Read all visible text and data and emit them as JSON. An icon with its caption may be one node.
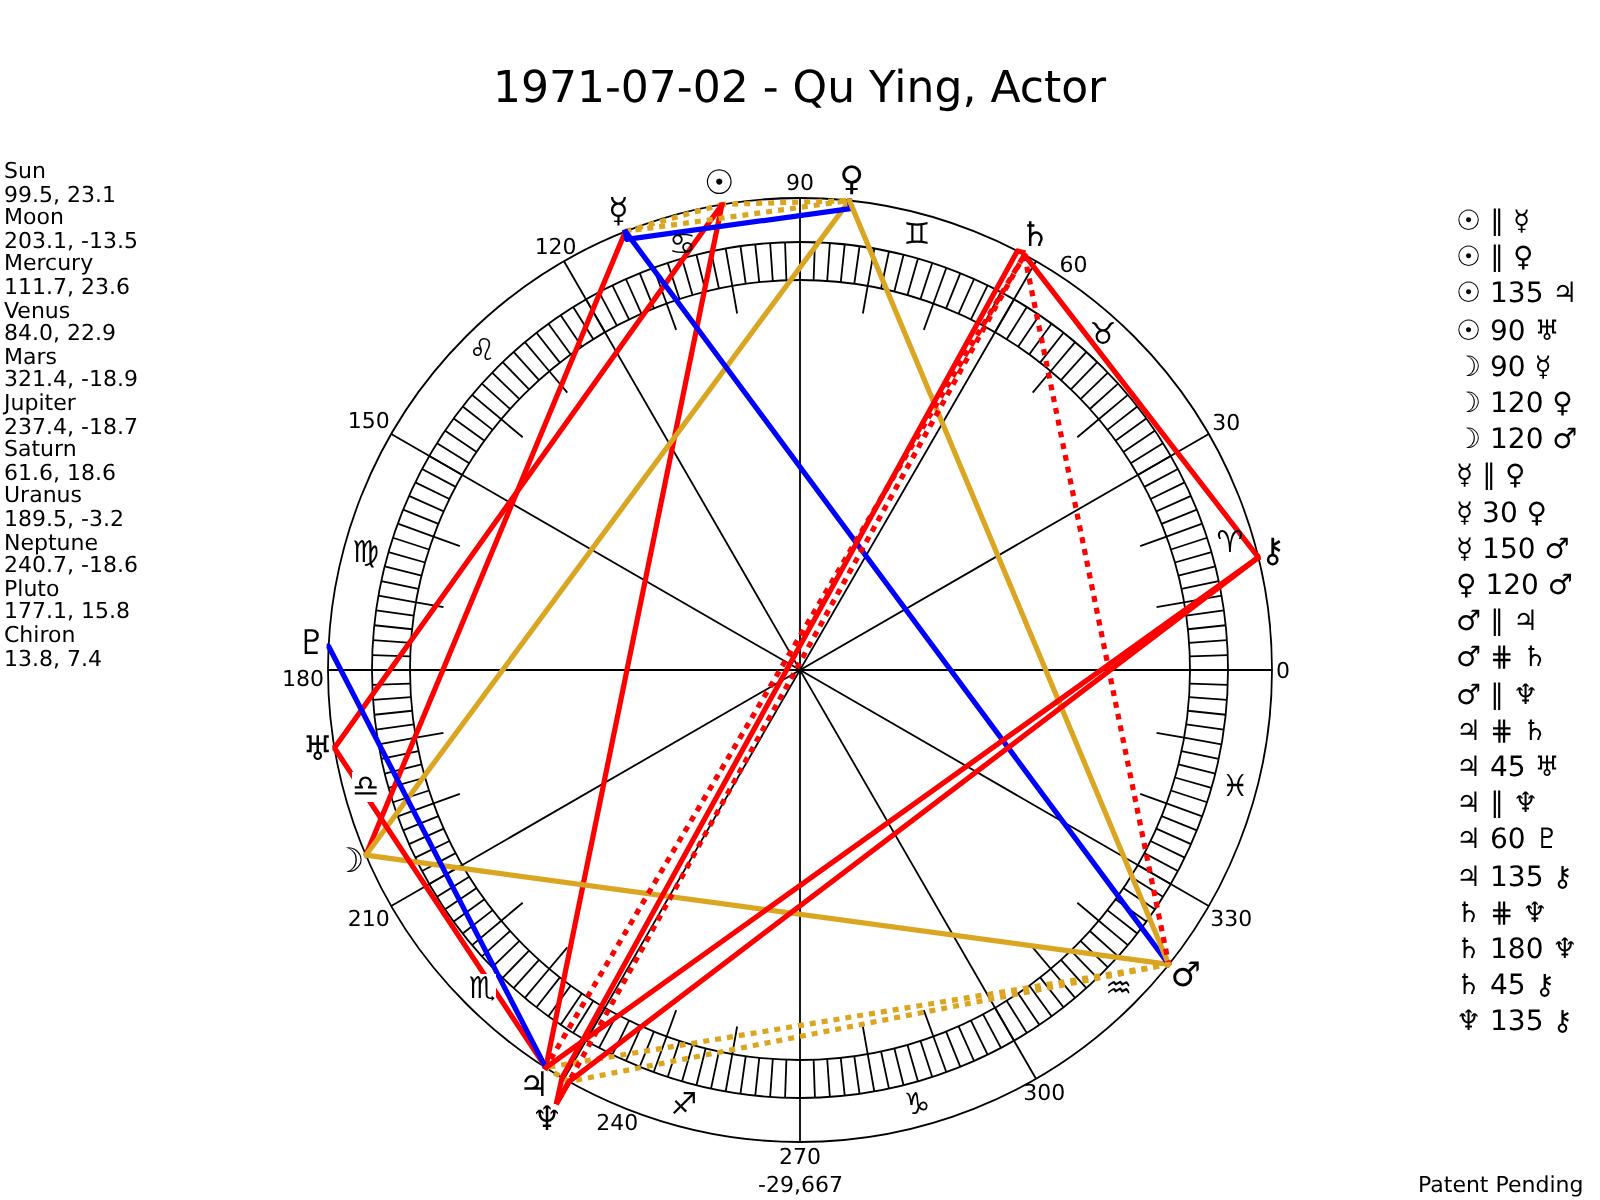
{
  "diagram": {
    "title": "1971-07-02 - Qu Ying, Actor",
    "nodes": [
      {
        "text": [
          "☉"
        ]
      },
      {
        "text": [
          "☽"
        ]
      },
      {
        "text": [
          "☿"
        ]
      },
      {
        "text": [
          "♀"
        ]
      },
      {
        "text": [
          "♂"
        ]
      },
      {
        "text": [
          "♃"
        ]
      },
      {
        "text": [
          "♄"
        ]
      },
      {
        "text": [
          "♅"
        ]
      },
      {
        "text": [
          "♆"
        ]
      },
      {
        "text": [
          "♇"
        ]
      },
      {
        "text": [
          "⚷"
        ]
      }
    ],
    "edges": [
      {
        "from": 0,
        "to": 2,
        "arrow": "none",
        "style": "dashed",
        "color": "#daa520"
      },
      {
        "from": 0,
        "to": 3,
        "arrow": "none",
        "style": "dashed",
        "color": "#daa520"
      },
      {
        "from": 0,
        "to": 5,
        "arrow": "none"
      },
      {
        "from": 0,
        "to": 7,
        "arrow": "none"
      },
      {
        "from": 1,
        "to": 2,
        "arrow": "none"
      },
      {
        "from": 1,
        "to": 3,
        "arrow": "none",
        "color": "#daa520"
      },
      {
        "from": 1,
        "to": 4,
        "arrow": "none",
        "color": "#daa520"
      },
      {
        "from": 2,
        "to": 3,
        "arrow": "none",
        "style": "dashed",
        "color": "#daa520"
      },
      {
        "from": 2,
        "to": 3,
        "arrow": "none",
        "color": "#0000ff"
      },
      {
        "from": 2,
        "to": 4,
        "arrow": "none",
        "color": "#0000ff"
      },
      {
        "from": 3,
        "to": 4,
        "arrow": "none",
        "color": "#daa520"
      },
      {
        "from": 4,
        "to": 5,
        "arrow": "none",
        "style": "dashed",
        "color": "#daa520"
      },
      {
        "from": 4,
        "to": 6,
        "arrow": "none",
        "style": "dashed"
      },
      {
        "from": 4,
        "to": 8,
        "arrow": "none",
        "style": "dashed",
        "color": "#daa520"
      },
      {
        "from": 5,
        "to": 6,
        "arrow": "none",
        "style": "dashed"
      },
      {
        "from": 5,
        "to": 7,
        "arrow": "none"
      },
      {
        "from": 5,
        "to": 8,
        "arrow": "none",
        "style": "dashed",
        "color": "#daa520"
      },
      {
        "from": 5,
        "to": 9,
        "arrow": "none",
        "color": "#0000ff"
      },
      {
        "from": 5,
        "to": 10,
        "arrow": "none"
      },
      {
        "from": 6,
        "to": 8,
        "arrow": "none",
        "style": "dashed"
      },
      {
        "from": 6,
        "to": 8,
        "arrow": "none"
      },
      {
        "from": 6,
        "to": 10,
        "arrow": "none"
      },
      {
        "from": 8,
        "to": 10,
        "arrow": "none"
      }
    ],
    "labels": [
      "Sun",
      "99.5, 23.1",
      "Moon",
      "203.1, -13.5",
      "Mercury",
      "111.7, 23.6",
      "Venus",
      "84.0, 22.9",
      "Mars",
      "321.4, -18.9",
      "Jupiter",
      "237.4, -18.7",
      "Saturn",
      "61.6, 18.6",
      "Uranus",
      "189.5, -3.2",
      "Neptune",
      "240.7, -18.6",
      "Pluto",
      "177.1, 15.8",
      "Chiron",
      "13.8, 7.4",
      "90",
      "120",
      "60",
      "150",
      "30",
      "180",
      "0",
      "210",
      "330",
      "300",
      "240",
      "270",
      "♋",
      "♊",
      "♌",
      "♉",
      "♍",
      "♈",
      "♎",
      "♓",
      "♏",
      "♒",
      "♐",
      "♑",
      "☉ ∥ ☿",
      "☉ ∥ ♀",
      "☉ 135 ♃",
      "☉ 90 ♅",
      "☽ 90 ☿",
      "☽ 120 ♀",
      "☽ 120 ♂",
      "☿ ∥ ♀",
      "☿ 30 ♀",
      "☿ 150 ♂",
      "♀ 120 ♂",
      "♂ ∥ ♃",
      "♂ ⋕ ♄",
      "♂ ∥ ♆",
      "♃ ⋕ ♄",
      "♃ 45 ♅",
      "♃ ∥ ♆",
      "♃ 60 ♇",
      "♃ 135 ⚷",
      "♄ ⋕ ♆",
      "♄ 180 ♆",
      "♄ 45 ⚷",
      "♆ 135 ⚷",
      "-29,667",
      "Patent Pending"
    ]
  }
}
